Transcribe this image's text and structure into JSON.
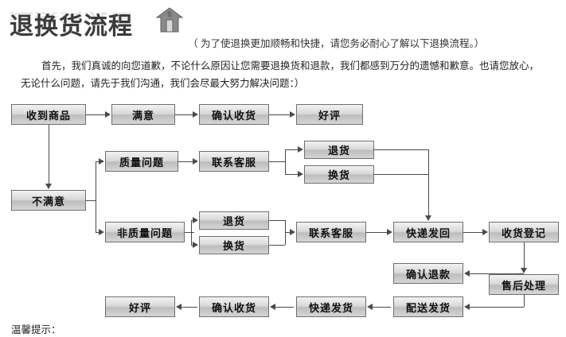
{
  "header": {
    "title": "退换货流程",
    "subtitle": "（ 为了使退换更加顺畅和快捷，请您务必耐心了解以下退换流程。）",
    "intro": "首先，我们真诚的向您道歉，不论什么原因让您需要退换货和退款，我们都感到万分的遗憾和歉意。也请您放心，无论什么问题，请先于我们沟通，我们会尽最大努力解决问题：）",
    "icon": "house-icon"
  },
  "footer": {
    "note": "温馨提示："
  },
  "flow": {
    "nodes": [
      {
        "id": "n1",
        "label": "收到商品"
      },
      {
        "id": "n2",
        "label": "满意"
      },
      {
        "id": "n3",
        "label": "确认收货"
      },
      {
        "id": "n4",
        "label": "好评"
      },
      {
        "id": "n5",
        "label": "质量问题"
      },
      {
        "id": "n6",
        "label": "联系客服"
      },
      {
        "id": "n7",
        "label": "退货"
      },
      {
        "id": "n8",
        "label": "换货"
      },
      {
        "id": "n9",
        "label": "不满意"
      },
      {
        "id": "n10",
        "label": "非质量问题"
      },
      {
        "id": "n11",
        "label": "退货"
      },
      {
        "id": "n12",
        "label": "换货"
      },
      {
        "id": "n13",
        "label": "联系客服"
      },
      {
        "id": "n14",
        "label": "快递发回"
      },
      {
        "id": "n15",
        "label": "收货登记"
      },
      {
        "id": "n16",
        "label": "确认退款"
      },
      {
        "id": "n17",
        "label": "售后处理"
      },
      {
        "id": "n18",
        "label": "配送发货"
      },
      {
        "id": "n19",
        "label": "快递发货"
      },
      {
        "id": "n20",
        "label": "确认收货"
      },
      {
        "id": "n21",
        "label": "好评"
      }
    ]
  },
  "colors": {
    "box_border": "#6f6f6f",
    "box_fill_light": "#f2f2f2",
    "box_fill_dark": "#bdbdbd",
    "line": "#4a4a4a",
    "title": "#3b3b3b"
  }
}
